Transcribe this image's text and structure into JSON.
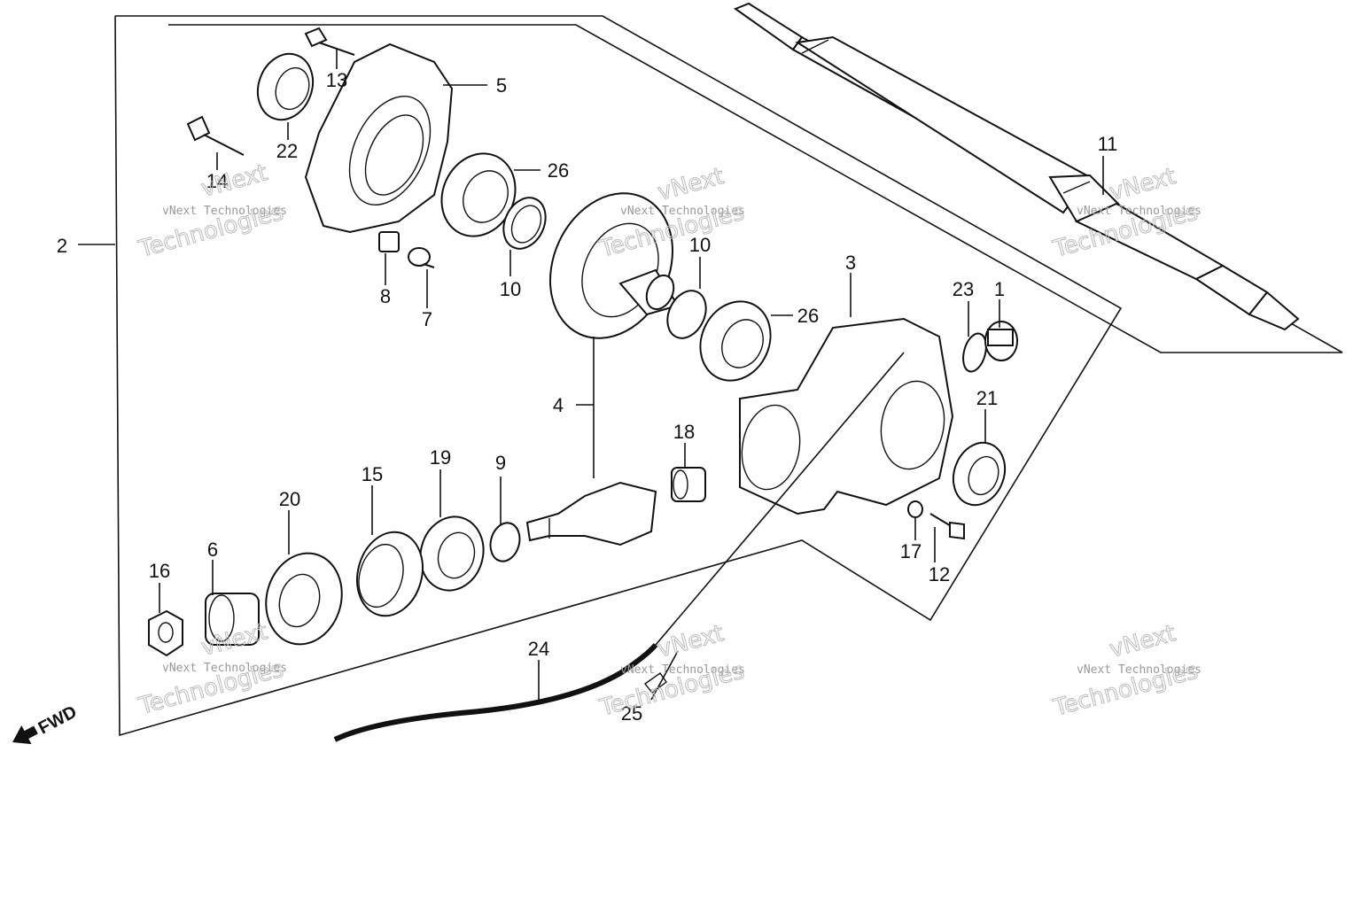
{
  "callouts": {
    "c1": "1",
    "c2": "2",
    "c3": "3",
    "c4": "4",
    "c5": "5",
    "c6": "6",
    "c7": "7",
    "c8": "8",
    "c9": "9",
    "c10a": "10",
    "c10b": "10",
    "c11": "11",
    "c12": "12",
    "c13": "13",
    "c14": "14",
    "c15": "15",
    "c16": "16",
    "c17": "17",
    "c18": "18",
    "c19": "19",
    "c20": "20",
    "c21": "21",
    "c22": "22",
    "c23": "23",
    "c24": "24",
    "c25": "25",
    "c26a": "26",
    "c26b": "26"
  },
  "direction_label": "FWD",
  "watermark": {
    "brand_line1": "vNext",
    "brand_line2": "Technologies",
    "brand_full": "vNext Technologies"
  },
  "colors": {
    "ink": "#111111",
    "watermark": "#bbbbbb"
  }
}
